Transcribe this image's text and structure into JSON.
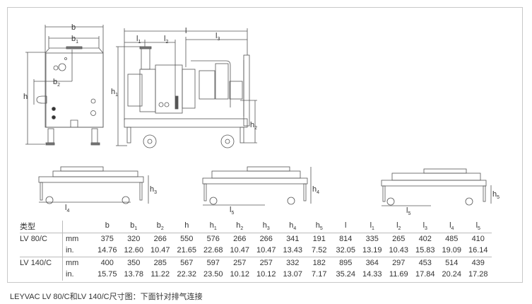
{
  "dimension_labels": {
    "front": [
      "b",
      "b1",
      "b2",
      "h"
    ],
    "side": [
      "l",
      "l1",
      "l2",
      "l3",
      "h1",
      "h2"
    ],
    "small_views": [
      {
        "height": "h3",
        "length": "l4"
      },
      {
        "height": "h4",
        "length": "l5"
      },
      {
        "height": "h5",
        "length": "l5"
      }
    ]
  },
  "table": {
    "type_header": "类型",
    "columns": [
      {
        "base": "b",
        "sub": ""
      },
      {
        "base": "b",
        "sub": "1"
      },
      {
        "base": "b",
        "sub": "2"
      },
      {
        "base": "h",
        "sub": ""
      },
      {
        "base": "h",
        "sub": "1"
      },
      {
        "base": "h",
        "sub": "2"
      },
      {
        "base": "h",
        "sub": "3"
      },
      {
        "base": "h",
        "sub": "4"
      },
      {
        "base": "h",
        "sub": "5"
      },
      {
        "base": "l",
        "sub": ""
      },
      {
        "base": "l",
        "sub": "1"
      },
      {
        "base": "l",
        "sub": "2"
      },
      {
        "base": "l",
        "sub": "3"
      },
      {
        "base": "l",
        "sub": "4"
      },
      {
        "base": "l",
        "sub": "5"
      }
    ],
    "models": [
      {
        "name": "LV 80/C",
        "rows": [
          {
            "unit": "mm",
            "values": [
              "375",
              "320",
              "266",
              "550",
              "576",
              "266",
              "266",
              "341",
              "191",
              "814",
              "335",
              "265",
              "402",
              "485",
              "410"
            ]
          },
          {
            "unit": "in.",
            "values": [
              "14.76",
              "12.60",
              "10.47",
              "21.65",
              "22.68",
              "10.47",
              "10.47",
              "13.43",
              "7.52",
              "32.05",
              "13.19",
              "10.43",
              "15.83",
              "19.09",
              "16.14"
            ]
          }
        ]
      },
      {
        "name": "LV 140/C",
        "rows": [
          {
            "unit": "mm",
            "values": [
              "400",
              "350",
              "285",
              "567",
              "597",
              "257",
              "257",
              "332",
              "182",
              "895",
              "364",
              "297",
              "453",
              "514",
              "439"
            ]
          },
          {
            "unit": "in.",
            "values": [
              "15.75",
              "13.78",
              "11.22",
              "22.32",
              "23.50",
              "10.12",
              "10.12",
              "13.07",
              "7.17",
              "35.24",
              "14.33",
              "11.69",
              "17.84",
              "20.24",
              "17.28"
            ]
          }
        ]
      }
    ]
  },
  "caption": "LEYVAC LV 80/C和LV 140/C尺寸图：下面针对排气连接"
}
